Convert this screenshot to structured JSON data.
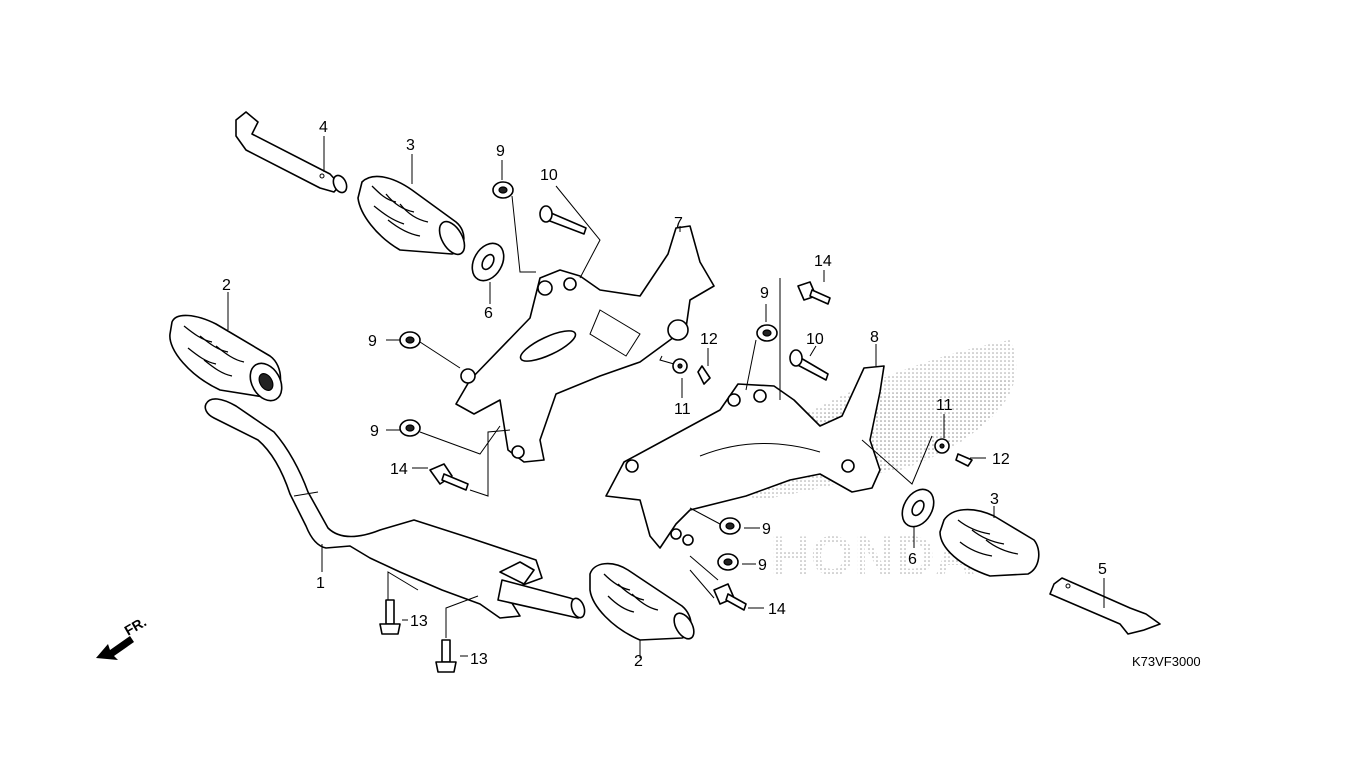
{
  "diagram": {
    "drawing_code": "K73VF3000",
    "direction_label": "FR.",
    "watermark_text": "HONDA",
    "callouts": {
      "p1": "1",
      "p2a": "2",
      "p2b": "2",
      "p3a": "3",
      "p3b": "3",
      "p4": "4",
      "p5": "5",
      "p6a": "6",
      "p6b": "6",
      "p7": "7",
      "p8": "8",
      "p9a": "9",
      "p9b": "9",
      "p9c": "9",
      "p9d": "9",
      "p9e": "9",
      "p9f": "9",
      "p10a": "10",
      "p10b": "10",
      "p11a": "11",
      "p11b": "11",
      "p12a": "12",
      "p12b": "12",
      "p13a": "13",
      "p13b": "13",
      "p14a": "14",
      "p14b": "14",
      "p14c": "14"
    }
  }
}
